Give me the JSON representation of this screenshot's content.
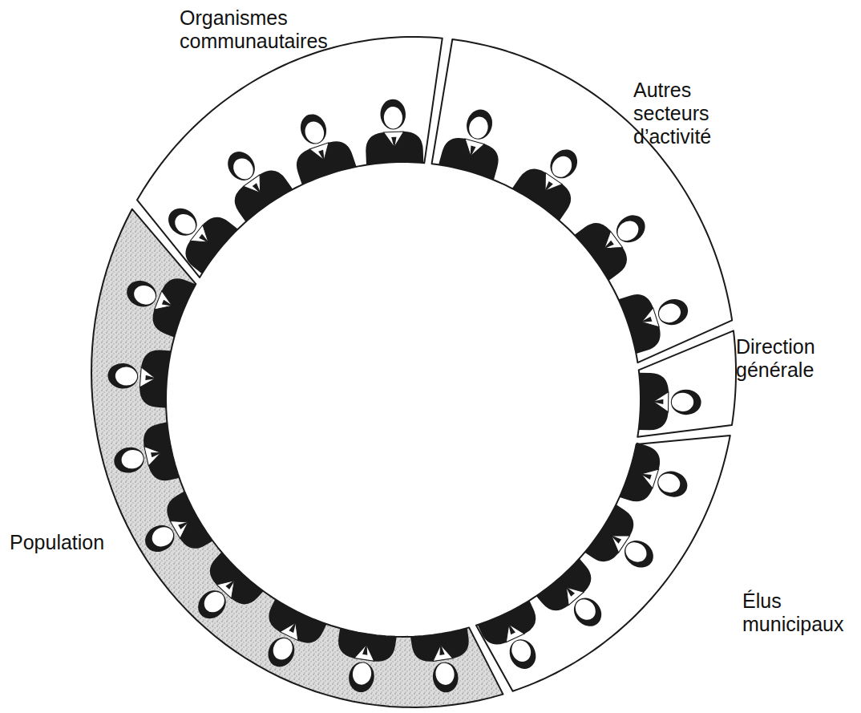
{
  "diagram": {
    "nodes": [
      {
        "text": [
          "Organismes communautaires"
        ]
      },
      {
        "text": [
          "Autres secteurs d’activité"
        ]
      },
      {
        "text": [
          "Direction générale"
        ]
      },
      {
        "text": [
          "Élus municipaux"
        ]
      },
      {
        "text": [
          "Population"
        ]
      }
    ]
  }
}
